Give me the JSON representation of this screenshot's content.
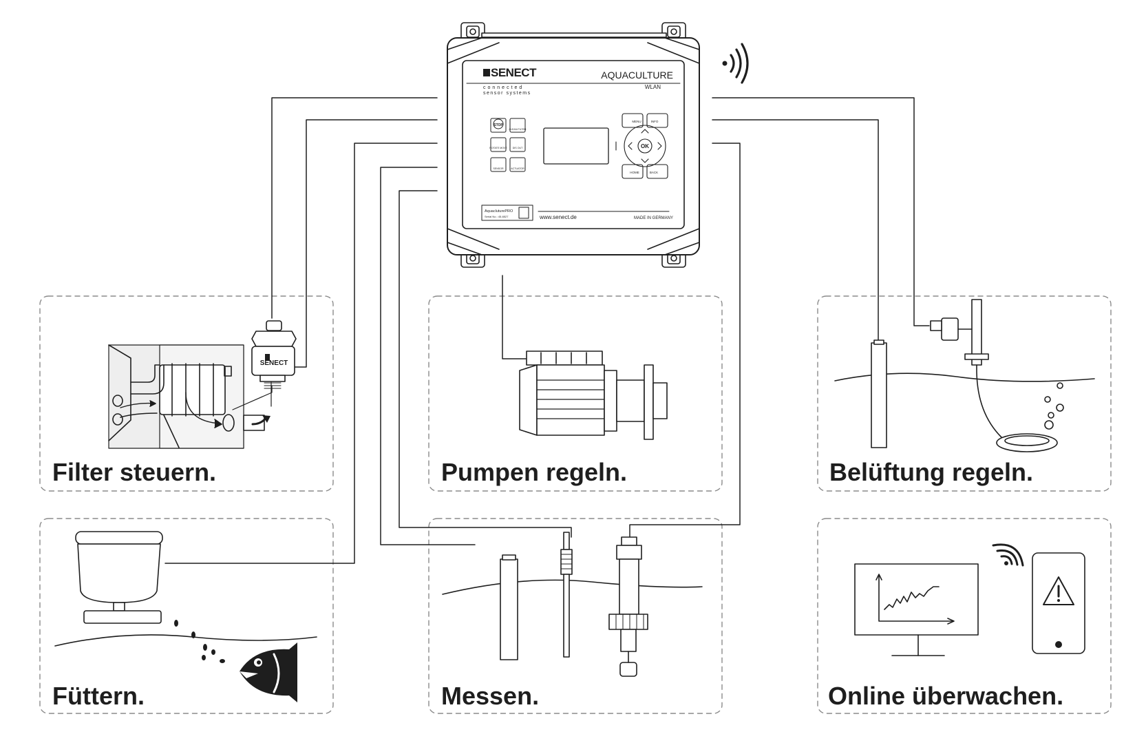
{
  "panels": {
    "filter": "Filter steuern.",
    "pump": "Pumpen regeln.",
    "aeration": "Belüftung regeln.",
    "feed": "Füttern.",
    "measure": "Messen.",
    "online": "Online überwachen."
  },
  "controller": {
    "brand": "SENECT",
    "brand_sub_1": "connected",
    "brand_sub_2": "sensor systems",
    "product": "AQUACULTURE",
    "network": "WLAN",
    "website": "www.senect.de",
    "made_in": "MADE IN GERMANY",
    "model": "AquacluturePRO",
    "serial": "Serial No.: 45-6527",
    "buttons": {
      "stop": "STOP",
      "clean_filter": "CLEAN FILTER",
      "rotate_move": "ROTATE MOVE",
      "dis_out": "DIS OUT",
      "sensor": "SENSOR",
      "actuator": "ACTUATOR",
      "menu": "MENU",
      "info": "INFO",
      "ok": "OK",
      "home": "HOME",
      "back": "BACK"
    }
  },
  "sensor_brand": "SENECT",
  "icons": [
    "wifi-signal-icon",
    "warning-icon",
    "phone-wifi-icon",
    "fish-icon"
  ]
}
